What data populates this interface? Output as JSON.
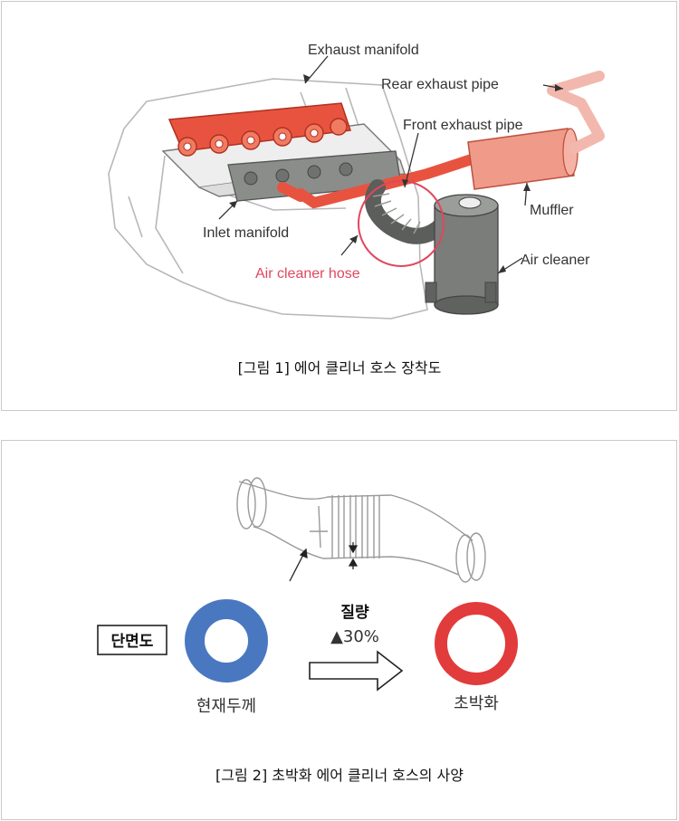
{
  "figure1": {
    "labels": {
      "exhaust_manifold": "Exhaust  manifold",
      "rear_exhaust_pipe": "Rear exhaust pipe",
      "front_exhaust_pipe": "Front exhaust pipe",
      "muffler": "Muffler",
      "inlet_manifold": "Inlet manifold",
      "air_cleaner": "Air cleaner",
      "air_cleaner_hose": "Air cleaner hose"
    },
    "caption": "[그림 1] 에어 클리너 호스 장착도"
  },
  "figure2": {
    "cross_section_label": "단면도",
    "weight_label": "질량",
    "weight_change": "▲30%",
    "current_label": "현재두께",
    "thin_label": "초박화",
    "caption": "[그림 2] 초박화 에어 클리너 호스의 사양"
  },
  "colors": {
    "exhaust_red": "#e8533f",
    "highlight_red": "#e0475c",
    "current_ring": "#4a78c0",
    "thin_ring": "#e23b3b",
    "engine_outline": "#b8b8b8",
    "grey_part": "#8a8d8a"
  }
}
